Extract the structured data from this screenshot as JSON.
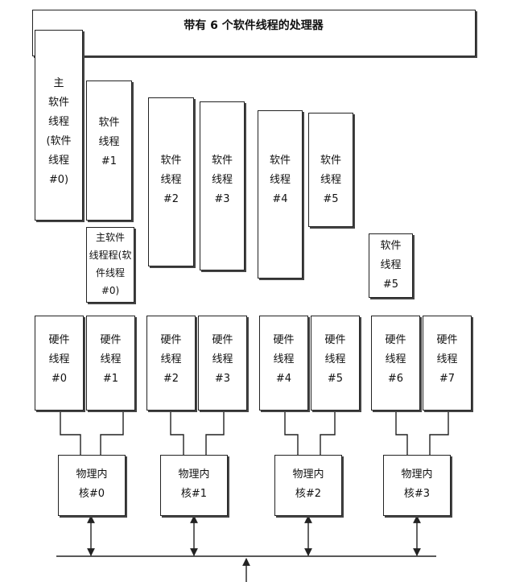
{
  "processor": {
    "title": "带有 6 个软件线程的处理器"
  },
  "software_threads": [
    {
      "id": "sw-main-0",
      "label": "主\n软件\n线程\n(软件\n线程\n#0)"
    },
    {
      "id": "sw-1",
      "label": "软件\n线程\n#1"
    },
    {
      "id": "sw-main-0-lower",
      "label": "主软件\n线程程(软\n件线程\n#0)"
    },
    {
      "id": "sw-2",
      "label": "软件\n线程\n#2"
    },
    {
      "id": "sw-3",
      "label": "软件\n线程\n#3"
    },
    {
      "id": "sw-4",
      "label": "软件\n线程\n#4"
    },
    {
      "id": "sw-5",
      "label": "软件\n线程\n#5"
    },
    {
      "id": "sw-5-lower",
      "label": "软件\n线程\n#5"
    }
  ],
  "hardware_threads": [
    {
      "id": "hw-0",
      "label": "硬件\n线程\n#0"
    },
    {
      "id": "hw-1",
      "label": "硬件\n线程\n#1"
    },
    {
      "id": "hw-2",
      "label": "硬件\n线程\n#2"
    },
    {
      "id": "hw-3",
      "label": "硬件\n线程\n#3"
    },
    {
      "id": "hw-4",
      "label": "硬件\n线程\n#4"
    },
    {
      "id": "hw-5",
      "label": "硬件\n线程\n#5"
    },
    {
      "id": "hw-6",
      "label": "硬件\n线程\n#6"
    },
    {
      "id": "hw-7",
      "label": "硬件\n线程\n#7"
    }
  ],
  "physical_cores": [
    {
      "id": "core-0",
      "label": "物理内\n核#0"
    },
    {
      "id": "core-1",
      "label": "物理内\n核#1"
    },
    {
      "id": "core-2",
      "label": "物理内\n核#2"
    },
    {
      "id": "core-3",
      "label": "物理内\n核#3"
    }
  ]
}
